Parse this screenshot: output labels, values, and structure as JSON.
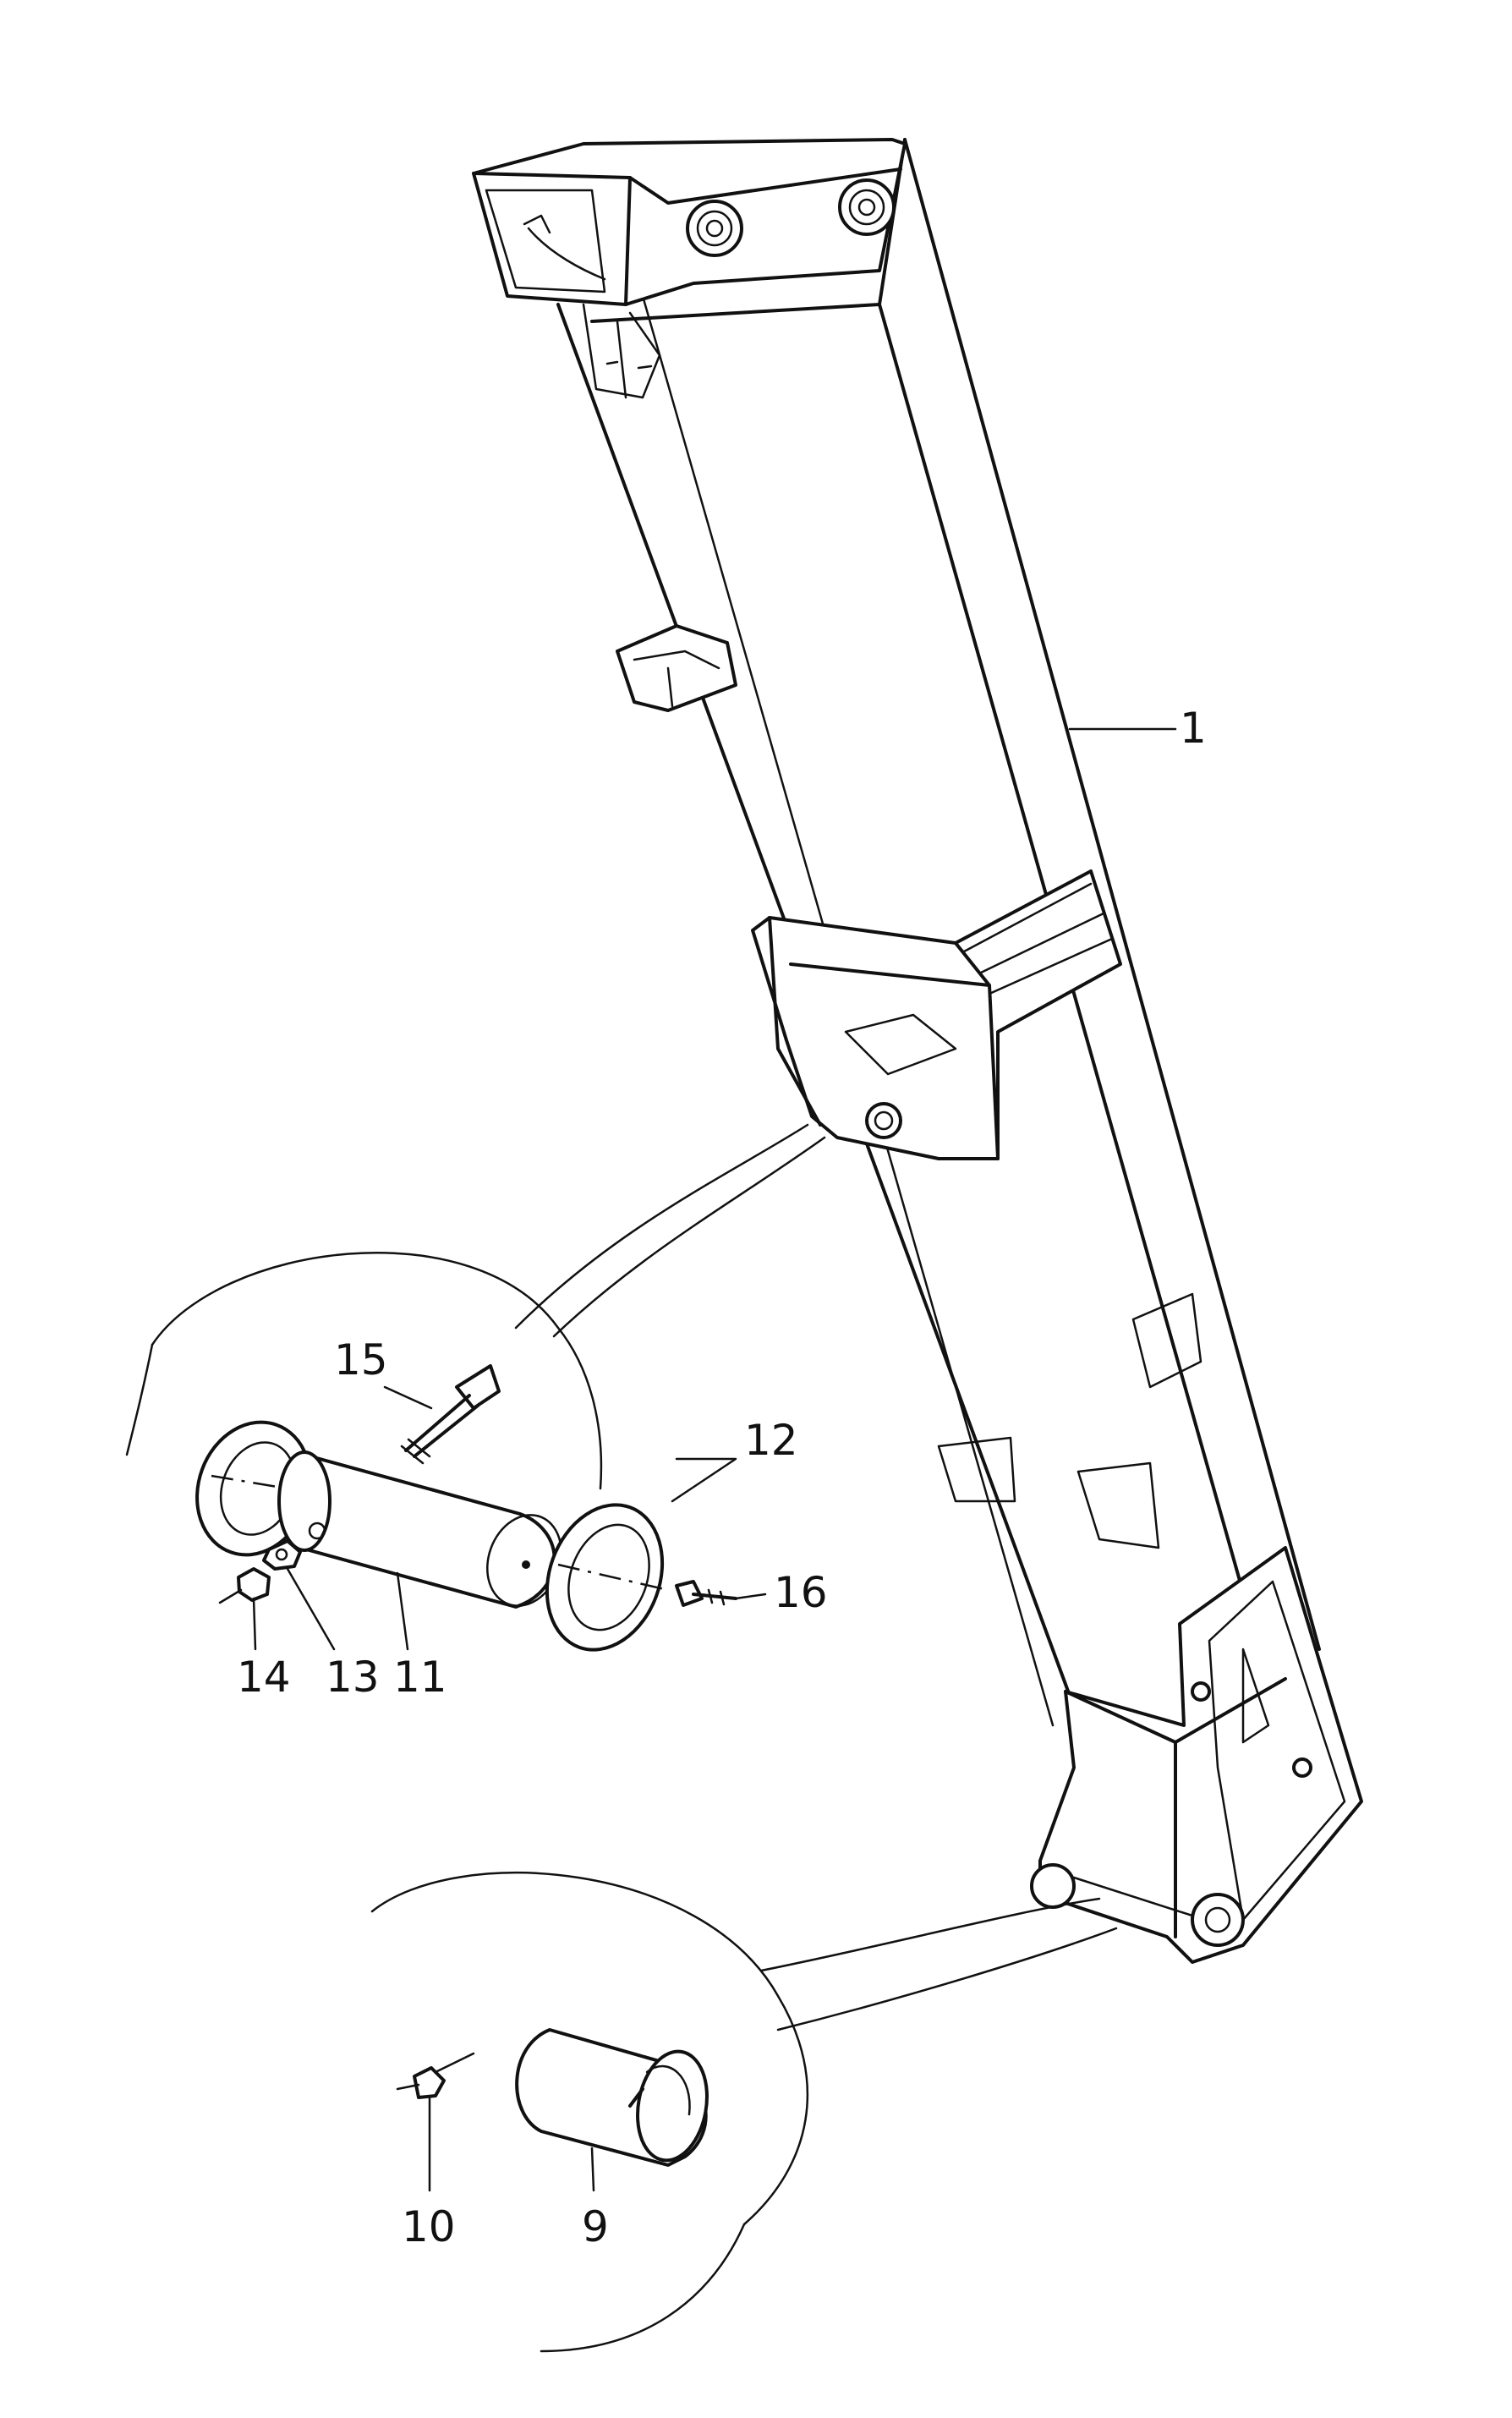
{
  "diagram": {
    "callouts": [
      {
        "id": "1",
        "label": "1"
      },
      {
        "id": "15",
        "label": "15"
      },
      {
        "id": "12",
        "label": "12"
      },
      {
        "id": "16",
        "label": "16"
      },
      {
        "id": "14",
        "label": "14"
      },
      {
        "id": "13",
        "label": "13"
      },
      {
        "id": "11",
        "label": "11"
      },
      {
        "id": "10",
        "label": "10"
      },
      {
        "id": "9",
        "label": "9"
      }
    ]
  }
}
